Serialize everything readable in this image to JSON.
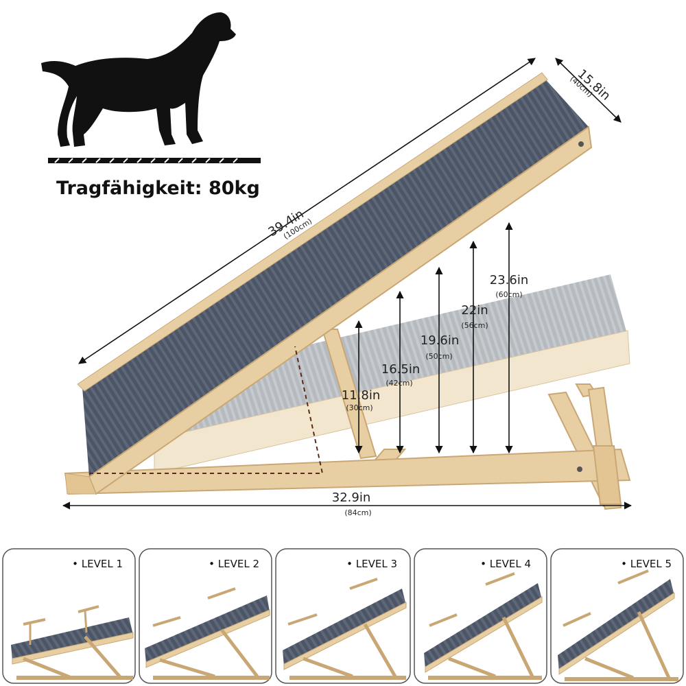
{
  "capacity": {
    "label": "Tragfähigkeit: 80kg"
  },
  "dimensions": {
    "length": {
      "imperial": "39.4in",
      "metric": "(100cm)"
    },
    "width": {
      "imperial": "15.8in",
      "metric": "(40cm)"
    },
    "base": {
      "imperial": "32.9in",
      "metric": "(84cm)"
    },
    "heights": [
      {
        "imperial": "11.8in",
        "metric": "(30cm)"
      },
      {
        "imperial": "16.5in",
        "metric": "(42cm)"
      },
      {
        "imperial": "19.6in",
        "metric": "(50cm)"
      },
      {
        "imperial": "22in",
        "metric": "(56cm)"
      },
      {
        "imperial": "23.6in",
        "metric": "(60cm)"
      }
    ]
  },
  "levels": [
    {
      "label": "• LEVEL 1"
    },
    {
      "label": "• LEVEL 2"
    },
    {
      "label": "• LEVEL 3"
    },
    {
      "label": "• LEVEL 4"
    },
    {
      "label": "• LEVEL 5"
    }
  ],
  "colors": {
    "wood": "#e8cfa3",
    "wood_dark": "#c9a774",
    "carpet": "#4b5566",
    "carpet_light": "#a7acb3",
    "dog": "#111111"
  }
}
